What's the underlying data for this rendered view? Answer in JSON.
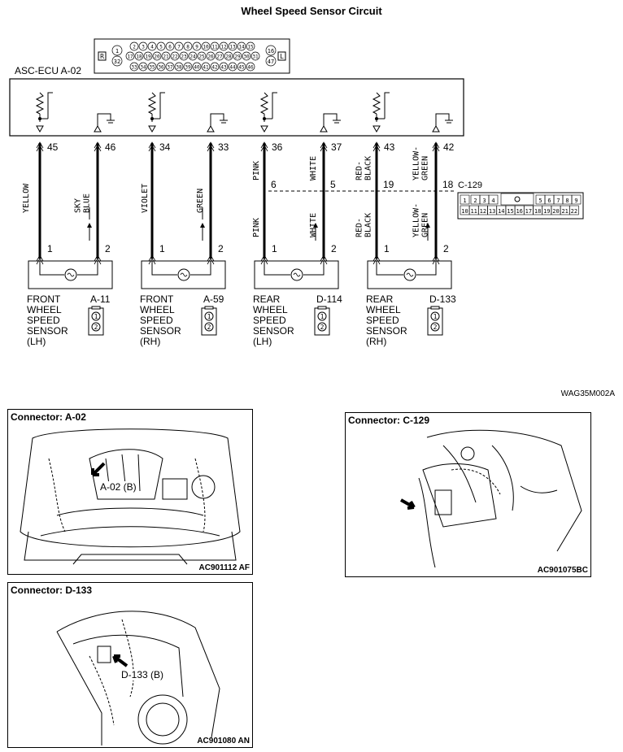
{
  "title": "Wheel Speed Sensor Circuit",
  "figure_code": "WAG35M002A",
  "ecu": {
    "label": "ASC-ECU  A-02",
    "connector_pins_row1": [
      "2",
      "3",
      "4",
      "5",
      "6",
      "7",
      "8",
      "9",
      "10",
      "11",
      "12",
      "13",
      "14",
      "15"
    ],
    "connector_pins_row2": [
      "17",
      "18",
      "19",
      "20",
      "21",
      "22",
      "23",
      "24",
      "25",
      "26",
      "27",
      "28",
      "29",
      "30",
      "31"
    ],
    "connector_pins_row3": [
      "33",
      "34",
      "35",
      "36",
      "37",
      "38",
      "39",
      "40",
      "41",
      "42",
      "43",
      "44",
      "45",
      "46"
    ],
    "connector_left": [
      "1",
      "32"
    ],
    "connector_right": [
      "16",
      "47"
    ],
    "side_left": "R",
    "side_right": "L"
  },
  "ecu_pins": [
    "45",
    "46",
    "34",
    "33",
    "36",
    "37",
    "43",
    "42"
  ],
  "middle_pins": [
    "6",
    "5",
    "19",
    "18"
  ],
  "c129": {
    "label": "C-129",
    "row1": [
      "1",
      "2",
      "3",
      "4",
      "5",
      "6",
      "7",
      "8",
      "9"
    ],
    "row2": [
      "10",
      "11",
      "12",
      "13",
      "14",
      "15",
      "16",
      "17",
      "18",
      "19",
      "20",
      "21",
      "22"
    ]
  },
  "wire_colors_upper": [
    "YELLOW",
    "SKY BLUE",
    "VIOLET",
    "GREEN",
    "PINK",
    "WHITE",
    "RED-BLACK",
    "YELLOW-GREEN"
  ],
  "wire_colors_lower": [
    "PINK",
    "WHITE",
    "RED-BLACK",
    "YELLOW-GREEN"
  ],
  "sensor_pins": [
    "1",
    "2"
  ],
  "sensors": [
    {
      "name_lines": [
        "FRONT",
        "WHEEL",
        "SPEED",
        "SENSOR",
        "(LH)"
      ],
      "connector": "A-11"
    },
    {
      "name_lines": [
        "FRONT",
        "WHEEL",
        "SPEED",
        "SENSOR",
        "(RH)"
      ],
      "connector": "A-59"
    },
    {
      "name_lines": [
        "REAR",
        "WHEEL",
        "SPEED",
        "SENSOR",
        "(LH)"
      ],
      "connector": "D-114"
    },
    {
      "name_lines": [
        "REAR",
        "WHEEL",
        "SPEED",
        "SENSOR",
        "(RH)"
      ],
      "connector": "D-133"
    }
  ],
  "photos": [
    {
      "title": "Connector: A-02",
      "callout": "A-02 (B)",
      "code": "AC901112 AF"
    },
    {
      "title": "Connector: C-129",
      "callout": "",
      "code": "AC901075BC"
    },
    {
      "title": "Connector: D-133",
      "callout": "D-133 (B)",
      "code": "AC901080 AN"
    }
  ]
}
